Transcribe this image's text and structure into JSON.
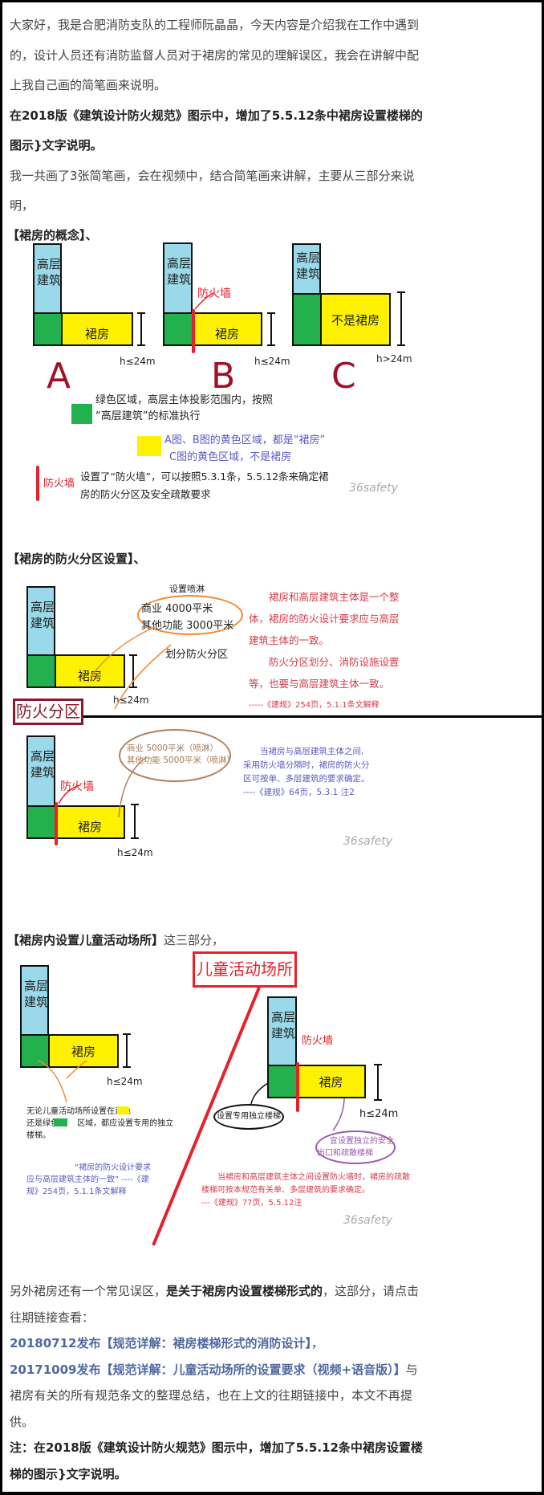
{
  "intro": {
    "lines": [
      "大家好，我是合肥消防支队的工程师阮晶晶，今天内容是介绍我在工作中遇到",
      "的，设计人员还有消防监督人员对于裙房的常见的理解误区，我会在讲解中配",
      "上我自己画的简笔画来说明。"
    ],
    "bold_lines": [
      "在2018版《建筑设计防火规范》图示中，增加了5.5.12条中裙房设置楼梯的",
      "图示}文字说明。"
    ],
    "lines2": [
      "我一共画了3张简笔画，会在视频中，结合简笔画来讲解，主要从三部分来说",
      "明，"
    ]
  },
  "section1": {
    "heading": "【裙房的概念】、",
    "tower_label": "高层建筑",
    "podium_label": "裙房",
    "not_podium_label": "不是裙房",
    "firewall_label": "防火墙",
    "h_le": "h≤24m",
    "h_gt": "h>24m",
    "letters": [
      "A",
      "B",
      "C"
    ],
    "legend": {
      "green_line1": "绿色区域，高层主体投影范围内，按照",
      "green_line2": "“高层建筑”的标准执行",
      "yellow_line1": "A图、B图的黄色区域，都是“裙房”",
      "yellow_line2": "C图的黄色区域，不是裙房",
      "red_label": "防火墙",
      "red_line1": "设置了“防火墙”，可以按照5.3.1条，5.5.12条来确定裙",
      "red_line2": "房的防火分区及安全疏散要求"
    },
    "watermark": "36safety"
  },
  "section2": {
    "heading": "【裙房的防火分区设置】、",
    "sprinkler": "设置喷淋",
    "bubble1": [
      "商业  4000平米",
      "其他功能  3000平米"
    ],
    "divide": "划分防火分区",
    "red_text": [
      "　　裙房和高层建筑主体是一个整",
      "体，裙房的防火设计要求应与高层",
      "建筑主体的一致。",
      "　　防火分区划分、消防设施设置",
      "等，也要与高层建筑主体一致。",
      "-----《建规》254页，5.1.1条文解释"
    ],
    "banner": "防火分区",
    "bubble2": [
      "商业  5000平米（喷淋）",
      "其他功能  5000平米（喷淋）"
    ],
    "blue_text": [
      "　　当裙房与高层建筑主体之间,",
      "采用防火墙分隔时，裙房的防火分",
      "区可按单、多层建筑的要求确定。",
      "----《建规》64页，5.3.1 注2"
    ],
    "watermark": "36safety"
  },
  "section3": {
    "heading": "【裙房内设置儿童活动场所】",
    "heading_tail": "这三部分，",
    "title_box": "儿童活动场所",
    "left_text": [
      "无论儿童活动场所设置在黄色",
      "还是绿色　　 区域，都应设置专用的独立",
      "楼梯。"
    ],
    "left_quote": [
      "　　　　　　“裙房的防火设计要求",
      "应与高层建筑主体的一致” ----《建",
      "规》254页，5.1.1条文解释"
    ],
    "black_bubble": "设置专用独立楼梯",
    "purple_bubble": [
      "宜设置独立的安全",
      "出口和疏散楼梯"
    ],
    "red_text": [
      "　　当裙房和高层建筑主体之间设置防火墙时，裙房的疏散",
      "楼梯可按本规范有关单、多层建筑的要求确定。",
      "---《建规》77页，5.5.12注"
    ],
    "watermark": "36safety"
  },
  "outro": {
    "l1a": "另外裙房还有一个常见误区，",
    "l1b": "是关于裙房内设置楼梯形式的",
    "l1c": "，这部分，请点击",
    "l2": "往期链接查看：",
    "link1": "20180712发布【规范详解：裙房楼梯形式的消防设计】",
    "l3tail": "，",
    "link2": "20171009发布【规范详解：儿童活动场所的设置要求（视频+语音版）】",
    "l4tail": "与",
    "l5": "裙房有关的所有规范条文的整理总结，也在上文的往期链接中，本文不再提",
    "l6": "供。",
    "note1": "注：在2018版《建筑设计防火规范》图示中，增加了5.5.12条中裙房设置楼",
    "note2": "梯的图示}文字说明。"
  },
  "colors": {
    "tower": "#99d9ea",
    "green": "#22b14c",
    "yellow": "#fff200",
    "firewall": "#e8202a",
    "link": "#5068a0"
  }
}
